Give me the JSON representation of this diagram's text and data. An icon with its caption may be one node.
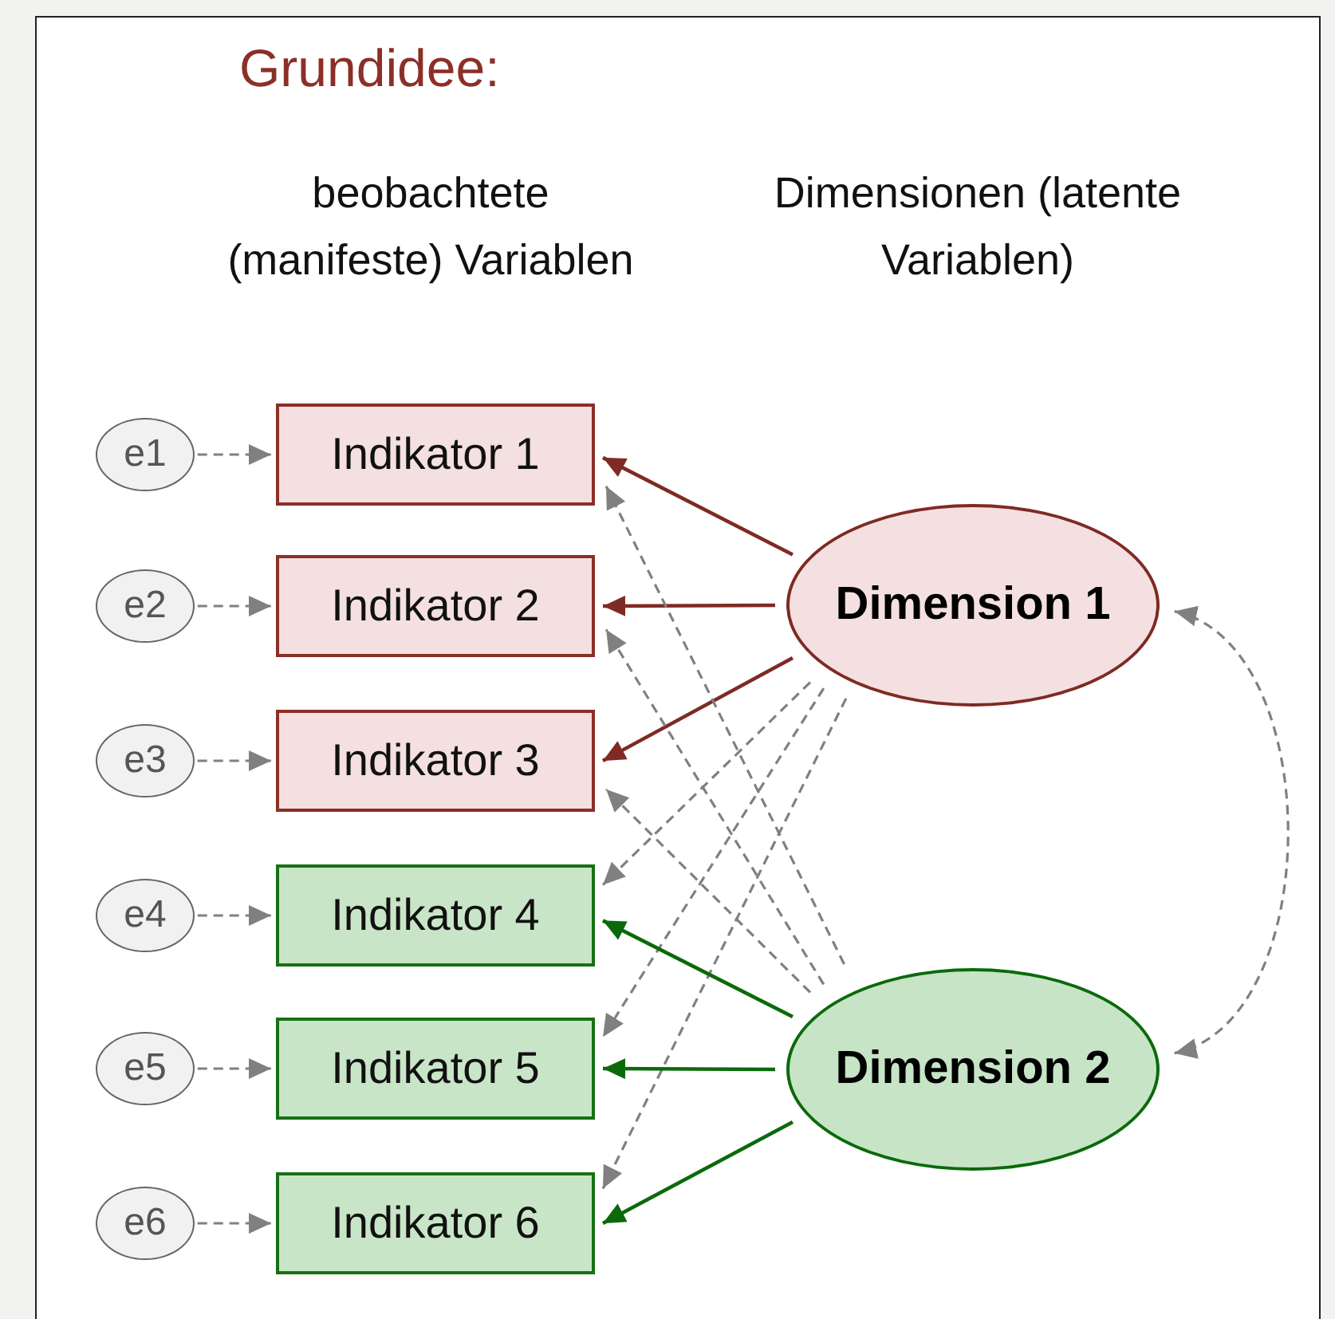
{
  "diagram": {
    "title": "Grundidee:",
    "nodes": [
      {
        "text": [
          "e1"
        ]
      },
      {
        "text": [
          "e2"
        ]
      },
      {
        "text": [
          "e3"
        ]
      },
      {
        "text": [
          "e4"
        ]
      },
      {
        "text": [
          "e5"
        ]
      },
      {
        "text": [
          "e6"
        ]
      },
      {
        "text": [
          "Indikator 1"
        ]
      },
      {
        "text": [
          "Indikator 2"
        ]
      },
      {
        "text": [
          "Indikator 3"
        ]
      },
      {
        "text": [
          "Indikator 4"
        ]
      },
      {
        "text": [
          "Indikator 5"
        ]
      },
      {
        "text": [
          "Indikator 6"
        ]
      },
      {
        "text": [
          "Dimension 1"
        ]
      },
      {
        "text": [
          "Dimension 2"
        ]
      }
    ],
    "edges": [
      {
        "from": 0,
        "to": 6,
        "arrow": "to",
        "style": "dashed"
      },
      {
        "from": 1,
        "to": 7,
        "arrow": "to",
        "style": "dashed"
      },
      {
        "from": 2,
        "to": 8,
        "arrow": "to",
        "style": "dashed"
      },
      {
        "from": 3,
        "to": 9,
        "arrow": "to",
        "style": "dashed"
      },
      {
        "from": 4,
        "to": 10,
        "arrow": "to",
        "style": "dashed"
      },
      {
        "from": 5,
        "to": 11,
        "arrow": "to",
        "style": "dashed"
      },
      {
        "from": 12,
        "to": 6,
        "arrow": "to",
        "color": "#7f2a24"
      },
      {
        "from": 12,
        "to": 7,
        "arrow": "to",
        "color": "#7f2a24"
      },
      {
        "from": 12,
        "to": 8,
        "arrow": "to",
        "color": "#7f2a24"
      },
      {
        "from": 12,
        "to": 9,
        "arrow": "to",
        "style": "dashed"
      },
      {
        "from": 12,
        "to": 10,
        "arrow": "to",
        "style": "dashed"
      },
      {
        "from": 12,
        "to": 11,
        "arrow": "to",
        "style": "dashed"
      },
      {
        "from": 13,
        "to": 9,
        "arrow": "to",
        "color": "#0a6a0a"
      },
      {
        "from": 13,
        "to": 10,
        "arrow": "to",
        "color": "#0a6a0a"
      },
      {
        "from": 13,
        "to": 11,
        "arrow": "to",
        "color": "#0a6a0a"
      },
      {
        "from": 13,
        "to": 6,
        "arrow": "to",
        "style": "dashed"
      },
      {
        "from": 13,
        "to": 7,
        "arrow": "to",
        "style": "dashed"
      },
      {
        "from": 13,
        "to": 8,
        "arrow": "to",
        "style": "dashed"
      },
      {
        "from": 12,
        "to": 13,
        "arrow": "both",
        "style": "dashed"
      }
    ],
    "labels": [
      "beobachtete (manifeste) Variablen",
      "Dimensionen (latente Variablen)"
    ]
  }
}
